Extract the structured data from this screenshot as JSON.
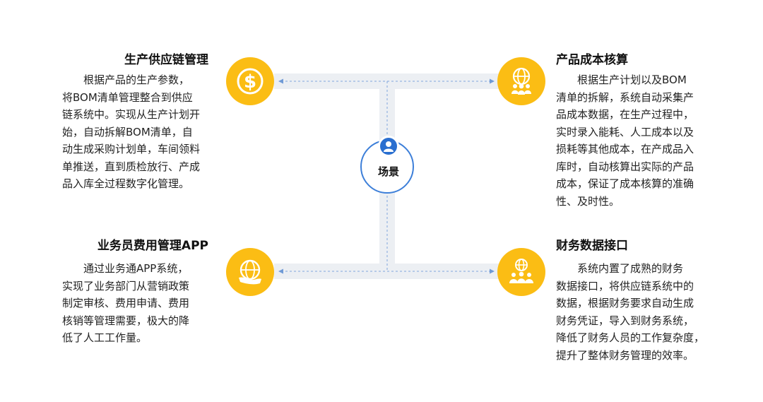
{
  "center": {
    "label": "场景",
    "icon": "user-icon"
  },
  "cards": {
    "supply_chain": {
      "title": "生产供应链管理",
      "lines": [
        "根据产品的生产参数，",
        "将BOM清单管理整合到供应",
        "链系统中。实现从生产计划开",
        "始，自动拆解BOM清单，自",
        "动生成采购计划单，车间领料",
        "单推送，直到质检放行、产成",
        "品入库全过程数字化管理。"
      ],
      "icon": "dollar-icon"
    },
    "cost_accounting": {
      "title": "产品成本核算",
      "lines": [
        "根据生产计划以及BOM",
        "清单的拆解，系统自动采集产",
        "品成本数据，在生产过程中，",
        "实时录入能耗、人工成本以及",
        "损耗等其他成本，在产成品入",
        "库时，自动核算出实际的产品",
        "成本，保证了成本核算的准确",
        "性、及时性。"
      ],
      "icon": "globe-people-icon"
    },
    "sales_expense": {
      "title": "业务员费用管理APP",
      "lines": [
        "通过业务通APP系统，",
        "实现了业务部门从营销政策",
        "制定审核、费用申请、费用",
        "核销等管理需要，极大的降",
        "低了人工工作量。"
      ],
      "icon": "globe-hand-icon"
    },
    "finance_interface": {
      "title": "财务数据接口",
      "lines": [
        "系统内置了成熟的财务",
        "数据接口，将供应链系统中的",
        "数据，根据财务要求自动生成",
        "财务凭证，导入到财务系统，",
        "降低了财务人员的工作复杂度，",
        "提升了整体财务管理的效率。"
      ],
      "icon": "globe-group-icon"
    }
  },
  "colors": {
    "badge": "#fbbd14",
    "accent": "#3d7fd9",
    "connector": "#eceff3"
  }
}
